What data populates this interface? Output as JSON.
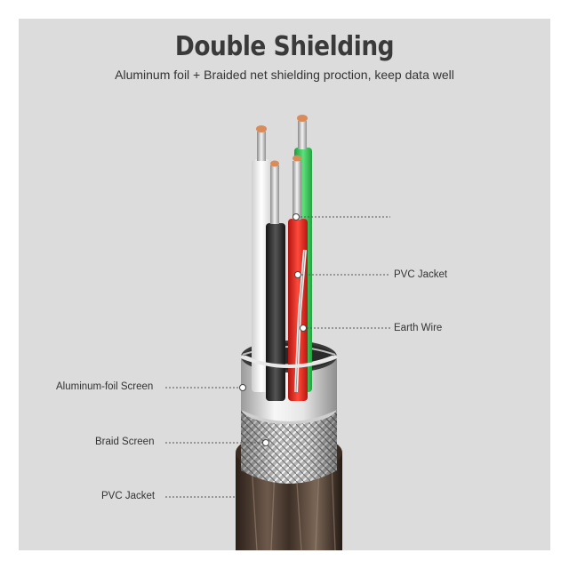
{
  "header": {
    "title": "Double Shielding",
    "subtitle": "Aluminum foil + Braided net shielding proction, keep data well"
  },
  "callouts": {
    "pvc_jacket_inner": "PVC Jacket",
    "earth_wire": "Earth Wire",
    "aluminum_foil_screen": "Aluminum-foil Screen",
    "braid_screen": "Braid Screen",
    "pvc_jacket_outer": "PVC Jacket"
  },
  "colors": {
    "background": "#dcdcdc",
    "wire_white": "#f2f2f2",
    "wire_green": "#3cc35a",
    "wire_red": "#e2261d",
    "wire_black": "#2a2a2a",
    "copper": "#d98b5a",
    "outer_jacket": "#4a3a30"
  },
  "icons": [
    "cable-cross-section-illustration"
  ]
}
